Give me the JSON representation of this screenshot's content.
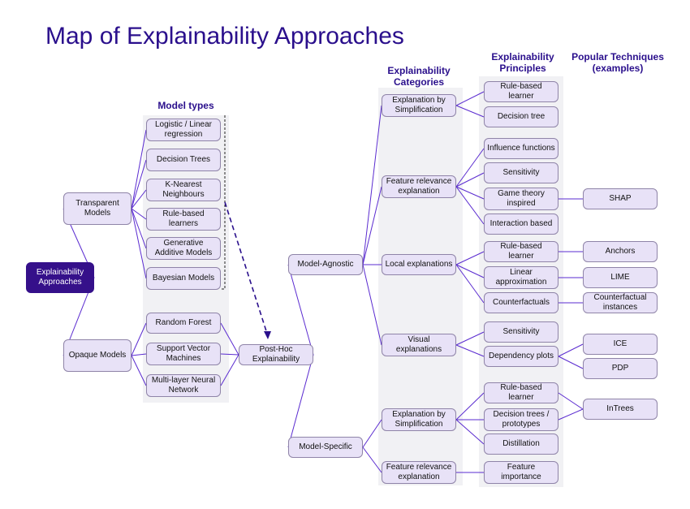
{
  "title": "Map of Explainability Approaches",
  "headers": {
    "model_types": "Model types",
    "categories": "Explainability Categories",
    "principles": "Explainability Principles",
    "techniques": "Popular Techniques (examples)"
  },
  "colors": {
    "accent": "#2a0f8c",
    "root_fill": "#35108a",
    "node_fill": "#e8e2f7",
    "line": "#5a2bd0"
  },
  "nodes": {
    "root": "Explainability Approaches",
    "transparent": "Transparent Models",
    "opaque": "Opaque Models",
    "logistic": "Logistic / Linear regression",
    "decision_trees": "Decision Trees",
    "knn": "K-Nearest Neighbours",
    "rule_learners": "Rule-based learners",
    "gam": "Generative Additive Models",
    "bayesian": "Bayesian Models",
    "random_forest": "Random  Forest",
    "svm": "Support Vector Machines",
    "mlp": "Multi-layer Neural Network",
    "posthoc": "Post-Hoc Explainability",
    "model_agnostic": "Model-Agnostic",
    "model_specific": "Model-Specific",
    "cat_simplification": "Explanation by Simplification",
    "cat_feature_relevance": "Feature relevance explanation",
    "cat_local": "Local explanations",
    "cat_visual": "Visual explanations",
    "cat_simplification2": "Explanation by Simplification",
    "cat_feature_relevance2": "Feature relevance explanation",
    "p_rule_learner": "Rule-based learner",
    "p_decision_tree": "Decision tree",
    "p_influence": "Influence functions",
    "p_sensitivity": "Sensitivity",
    "p_game_theory": "Game theory inspired",
    "p_interaction": "Interaction based",
    "p_rule_learner2": "Rule-based learner",
    "p_linear": "Linear approximation",
    "p_counterfactuals": "Counterfactuals",
    "p_sensitivity2": "Sensitivity",
    "p_dependency": "Dependency plots",
    "p_rule_learner3": "Rule-based learner",
    "p_trees_prototypes": "Decision trees / prototypes",
    "p_distillation": "Distillation",
    "p_feature_importance": "Feature importance",
    "t_shap": "SHAP",
    "t_anchors": "Anchors",
    "t_lime": "LIME",
    "t_counterfactual": "Counterfactual instances",
    "t_ice": "ICE",
    "t_pdp": "PDP",
    "t_intrees": "InTrees"
  }
}
